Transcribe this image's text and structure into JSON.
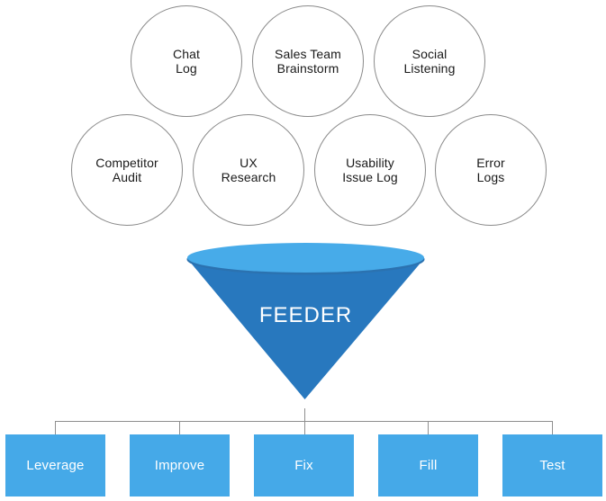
{
  "colors": {
    "background": "#FFFFFF",
    "circle_stroke": "#8A8A8A",
    "circle_text": "#1A1A1A",
    "funnel_top": "#47ABE9",
    "funnel_rim_shadow": "#2B72B0",
    "funnel_body": "#2878BE",
    "funnel_label_color": "#FFFFFF",
    "connector": "#8F8F8F",
    "box_fill": "#45A9E8",
    "box_text": "#FFFFFF"
  },
  "sources": {
    "row1": [
      {
        "label": "Chat\nLog"
      },
      {
        "label": "Sales Team\nBrainstorm"
      },
      {
        "label": "Social\nListening"
      }
    ],
    "row2": [
      {
        "label": "Competitor\nAudit"
      },
      {
        "label": "UX\nResearch"
      },
      {
        "label": "Usability\nIssue Log"
      },
      {
        "label": "Error\nLogs"
      }
    ]
  },
  "funnel": {
    "label": "FEEDER"
  },
  "outputs": [
    {
      "label": "Leverage"
    },
    {
      "label": "Improve"
    },
    {
      "label": "Fix"
    },
    {
      "label": "Fill"
    },
    {
      "label": "Test"
    }
  ]
}
